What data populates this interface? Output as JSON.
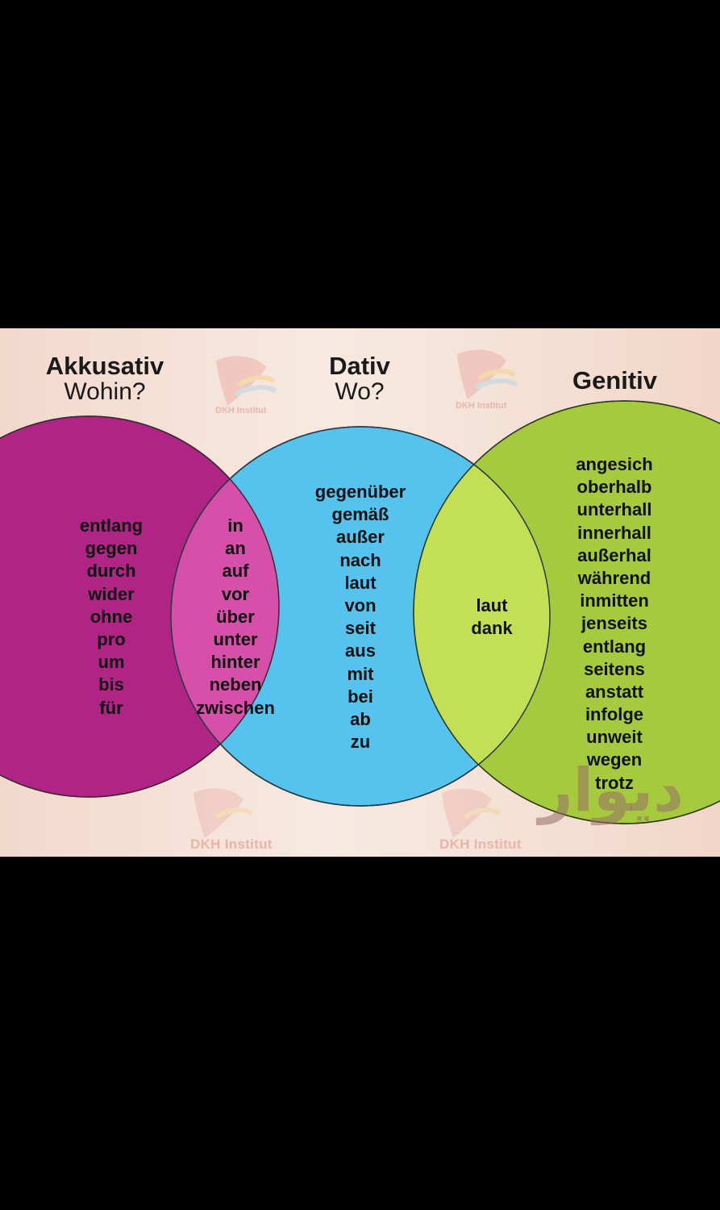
{
  "headings": {
    "akkusativ": {
      "title": "Akkusativ",
      "question": "Wohin?"
    },
    "dativ": {
      "title": "Dativ",
      "question": "Wo?"
    },
    "genitiv": {
      "title": "Genitiv"
    }
  },
  "groups": {
    "akkusativ_only": [
      "entlang",
      "gegen",
      "durch",
      "wider",
      "ohne",
      "pro",
      "um",
      "bis",
      "für"
    ],
    "akkusativ_dativ": [
      "in",
      "an",
      "auf",
      "vor",
      "über",
      "unter",
      "hinter",
      "neben",
      "zwischen"
    ],
    "dativ_only": [
      "gegenüber",
      "gemäß",
      "außer",
      "nach",
      "laut",
      "von",
      "seit",
      "aus",
      "mit",
      "bei",
      "ab",
      "zu"
    ],
    "dativ_genitiv": [
      "laut",
      "dank"
    ],
    "genitiv_only": [
      "angesich",
      "oberhalb",
      "unterhall",
      "innerhall",
      "außerhal",
      "während",
      "inmitten",
      "jenseits",
      "entlang",
      "seitens",
      "anstatt",
      "infolge",
      "unweit",
      "wegen",
      "trotz"
    ]
  },
  "watermarks": {
    "institut": "DKH Institut",
    "site": "دیوار"
  },
  "colors": {
    "akkusativ": "#b02485",
    "akkusativ_dativ": "#d64fa8",
    "dativ": "#55c3ee",
    "dativ_genitiv": "#c2df55",
    "genitiv": "#a6ca3e",
    "background": "#f5e3d9"
  }
}
